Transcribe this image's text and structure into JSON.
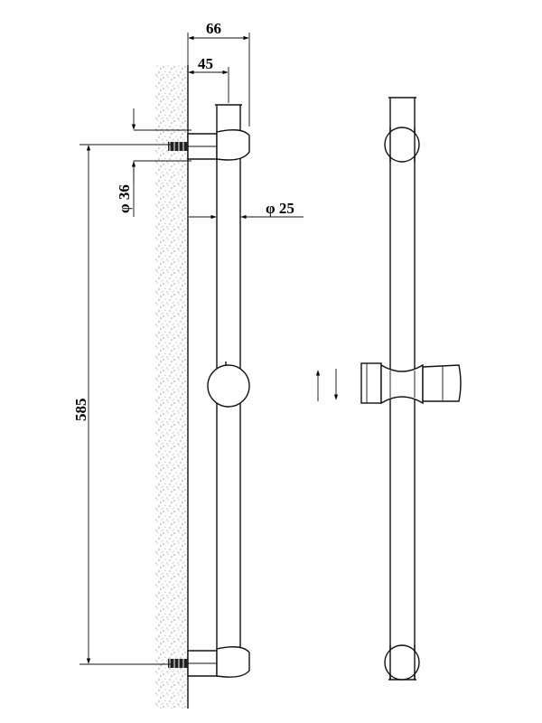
{
  "dimensions": {
    "overall_projection": "66",
    "bar_projection": "45",
    "bar_diameter": "φ 25",
    "bracket_diameter": "φ 36",
    "bracket_spacing": "585"
  },
  "symbols": {
    "movement_indicator": "up-down-arrows-icon"
  },
  "colors": {
    "line": "#111111",
    "wall_speckle": "#555555",
    "background": "#ffffff"
  }
}
